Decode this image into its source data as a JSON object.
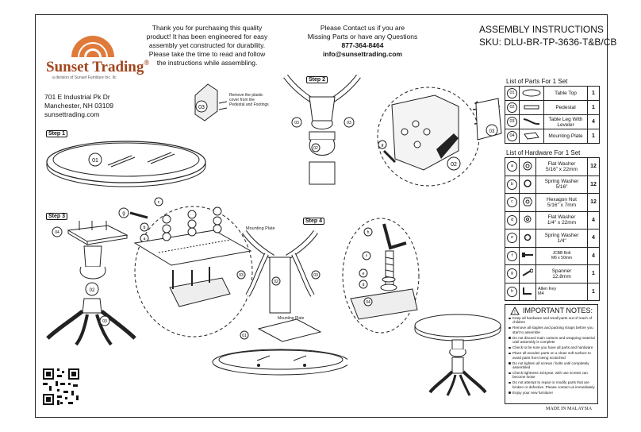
{
  "brand": {
    "name": "Sunset Trading",
    "registered": "®",
    "tagline": "a division of Sunset Furniture Inc. llc",
    "colors": {
      "brand_orange": "#e07a3a",
      "brand_brown": "#a0461e"
    }
  },
  "address": {
    "line1": "701 E Industrial Pk Dr",
    "line2": "Manchester, NH 03109",
    "line3": "sunsettrading.com"
  },
  "thanks": {
    "l1": "Thank you for purchasing this quality",
    "l2": "product! It has been engineered for easy",
    "l3": "assembly yet constructed for durability.",
    "l4": "Please take the time to read and follow",
    "l5": "the instructions while assembling."
  },
  "contact": {
    "l1": "Please Contact us if you are",
    "l2": "Missing Parts or have any Questions",
    "phone": "877-364-8464",
    "email": "info@sunsettrading.com"
  },
  "header": {
    "title": "ASSEMBLY INSTRUCTIONS",
    "sku": "SKU:  DLU-BR-TP-3636-T&B/CB"
  },
  "steps": {
    "s1": "Step 1",
    "s2": "Step 2",
    "s3": "Step 3",
    "s4": "Step 4",
    "remove_note_1": "Remove the plastic",
    "remove_note_2": "cover from the",
    "remove_note_3": "Pedestal and Footings",
    "mounting_plate_1": "Mounting Plate",
    "mounting_plate_2": "Mounting Plate"
  },
  "parts_list": {
    "title": "List of Parts For 1 Set",
    "rows": [
      {
        "code": "01",
        "name": "Table Top",
        "qty": "1"
      },
      {
        "code": "02",
        "name": "Pedestal",
        "qty": "1"
      },
      {
        "code": "03",
        "name": "Table Leg With Leveler",
        "qty": "4"
      },
      {
        "code": "04",
        "name": "Mounting Plate",
        "qty": "1"
      }
    ]
  },
  "hardware_list": {
    "title": "List of Hardware For 1 Set",
    "rows": [
      {
        "code": "a",
        "name": "Flat Washer",
        "spec": "5/16\" x 22mm",
        "qty": "12"
      },
      {
        "code": "b",
        "name": "Spring Washer",
        "spec": "5/16\"",
        "qty": "12"
      },
      {
        "code": "c",
        "name": "Hexagon Nut",
        "spec": "5/16\" x 7mm",
        "qty": "12"
      },
      {
        "code": "d",
        "name": "Flat Washer",
        "spec": "1/4\" x 22mm",
        "qty": "4"
      },
      {
        "code": "e",
        "name": "Spring Washer",
        "spec": "1/4\"",
        "qty": "4"
      },
      {
        "code": "f",
        "name": "JCBB Bolt",
        "spec": "M6 x 50mm",
        "qty": "4"
      },
      {
        "code": "g",
        "name": "Spanner",
        "spec": "12.8mm",
        "qty": "1"
      },
      {
        "code": "h",
        "name": "Allen Key",
        "spec": "M4",
        "qty": "1"
      }
    ]
  },
  "notes": {
    "title": "IMPORTANT NOTES:",
    "items": [
      "Keep all hardware and small parts out of reach of children",
      "Remove all staples and packing straps before you start to assemble",
      "Do not discard main cartons and wrapping material until assembly is complete",
      "Check to be sure you have all parts and hardware",
      "Place all wooden parts on a clean soft surface to avoid parts from being scratched",
      "Do not tighten all screws / bolts until completely assembled",
      "Check tightness 3x/4year, with use screws can become loose",
      "Do not attempt to repair or modify parts that are broken or defective. Please contact us immediately",
      "Enjoy your new furniture!"
    ]
  },
  "footer": {
    "made_in": "MADE IN MALAYSIA"
  }
}
